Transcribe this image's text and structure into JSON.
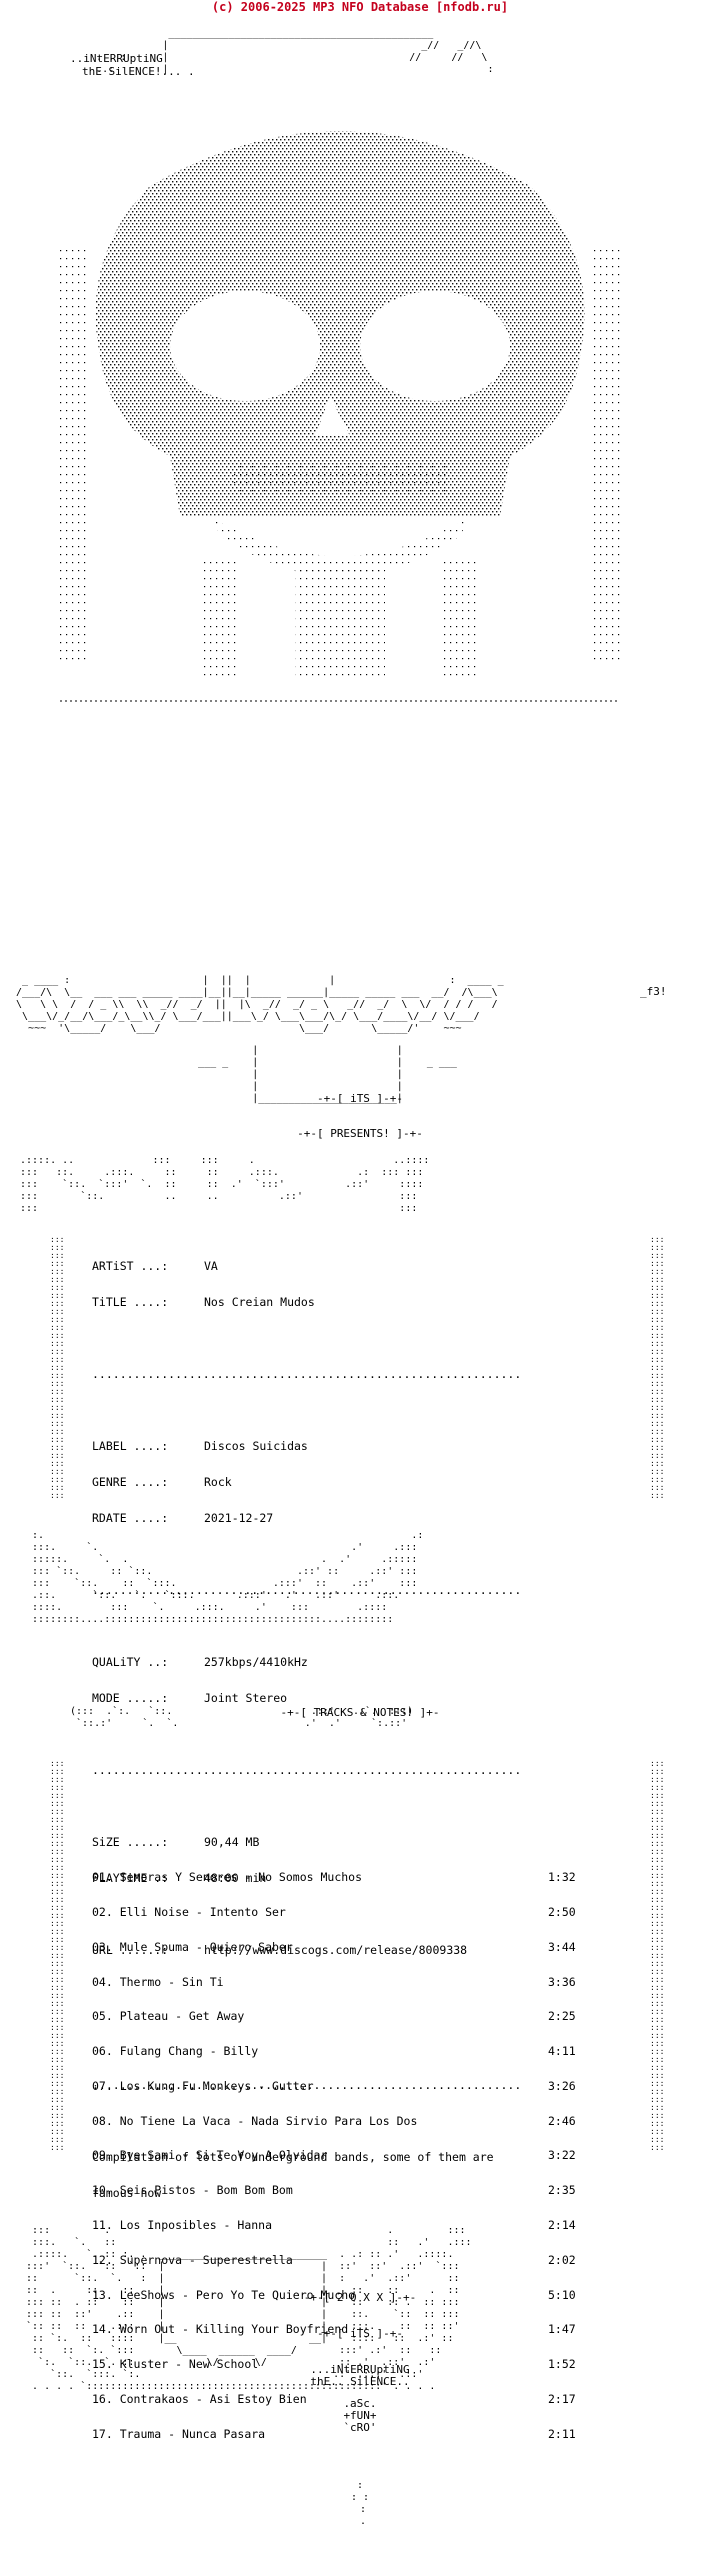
{
  "credit": "(c) 2006-2025 MP3 NFO Database [nfodb.ru]",
  "header": {
    "group_line1": "..iNtERRUptiNG",
    "group_line2": "thE SilENCE!... ."
  },
  "banner": {
    "signature": "_f3!",
    "its_tag": "-+-[ iTS ]-+-",
    "presents_tag": "-+-[ PRESENTS! ]-+-"
  },
  "release": {
    "artist_label": "ARTiST ...:",
    "artist": "VA",
    "title_label": "TiTLE ....:",
    "title": "Nos Creian Mudos",
    "label_label": "LABEL ....:",
    "label": "Discos Suicidas",
    "genre_label": "GENRE ....:",
    "genre": "Rock",
    "rdate_label": "RDATE ....:",
    "rdate": "2021-12-27",
    "quality_label": "QUALiTY ..:",
    "quality": "257kbps/4410kHz",
    "mode_label": "MODE .....:",
    "mode": "Joint Stereo",
    "size_label": "SiZE .....:",
    "size": "90,44 MB",
    "playtime_label": "PLAYTiME .:",
    "playtime": "48:00 min",
    "url_label": "URL ......:",
    "url": "http://www.discogs.com/release/8009338"
  },
  "tracks_header": "-+-[ TRACKS & NOTES! ]+-",
  "tracks": [
    {
      "title": "01. Senoras Y Senores - No Somos Muchos",
      "time": "1:32"
    },
    {
      "title": "02. Elli Noise - Intento Ser",
      "time": "2:50"
    },
    {
      "title": "03. Mule Spuma - Quiero Saber",
      "time": "3:44"
    },
    {
      "title": "04. Thermo - Sin Ti",
      "time": "3:36"
    },
    {
      "title": "05. Plateau - Get Away",
      "time": "2:25"
    },
    {
      "title": "06. Fulang Chang - Billy",
      "time": "4:11"
    },
    {
      "title": "07. Los Kung Fu Monkeys - Gutter",
      "time": "3:26"
    },
    {
      "title": "08. No Tiene La Vaca - Nada Sirvio Para Los Dos",
      "time": "2:46"
    },
    {
      "title": "09. Bye Sami - Si Te Voy A Olvidar",
      "time": "3:22"
    },
    {
      "title": "10. Seis Pistos - Bom Bom Bom",
      "time": "2:35"
    },
    {
      "title": "11. Los Inposibles - Hanna",
      "time": "2:14"
    },
    {
      "title": "12. Supernova - Superestrella",
      "time": "2:02"
    },
    {
      "title": "13. LeeShows - Pero Yo Te Quiero Mucho",
      "time": "5:10"
    },
    {
      "title": "14. Worn Out - Killing Your Boyfriend",
      "time": "1:47"
    },
    {
      "title": "15. Kluster - New School",
      "time": "1:52"
    },
    {
      "title": "16. Contrakaos - Asi Estoy Bien",
      "time": "2:17"
    },
    {
      "title": "17. Trauma - Nunca Pasara",
      "time": "2:11"
    }
  ],
  "notes_line1": "Compilation of lots of underground bands, some of them are",
  "notes_line2": "famous now",
  "footer": {
    "year_tag": "-+-[ 2 0 X X ]-+-",
    "its_tag": "-+-[ iTS ]-+-",
    "group_line1": "...iNtERRUptiNG",
    "group_line2": "thE.. SilENCE..",
    "sig1": ".aSc.",
    "sig2": "+fUN+",
    "sig3": "`cRO'"
  }
}
